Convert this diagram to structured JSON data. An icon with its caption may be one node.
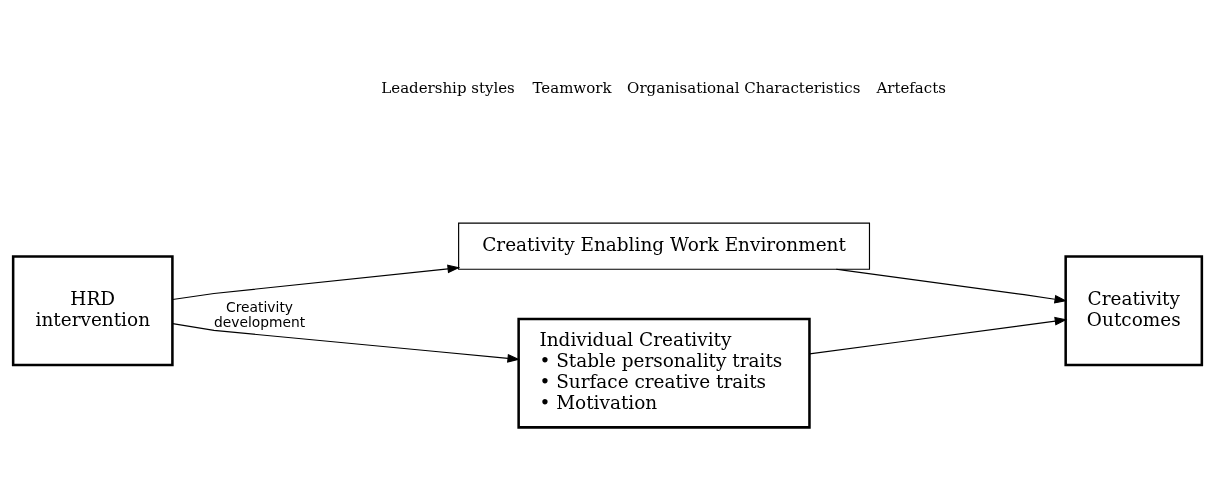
{
  "diagram": {
    "nodes": [
      {
        "text": [
          "HRD intervention"
        ]
      },
      {
        "text": [
          "Creativity Enabling Work Environment"
        ]
      },
      {
        "text": [
          "Individual Creativity",
          "• Stable personality traits",
          "• Surface creative traits",
          "• Motivation"
        ]
      },
      {
        "text": [
          "Creativity Outcomes"
        ]
      }
    ],
    "edges": [
      {
        "from": 0,
        "to": 1,
        "arrow": "to"
      },
      {
        "from": 0,
        "to": 2,
        "label": "Creativity development",
        "arrow": "to"
      },
      {
        "from": 1,
        "to": 3,
        "arrow": "to"
      },
      {
        "from": 2,
        "to": 3,
        "arrow": "to"
      }
    ],
    "labels": [
      "Leadership styles",
      "Teamwork",
      "Organisational Characteristics",
      "Artefacts"
    ]
  }
}
